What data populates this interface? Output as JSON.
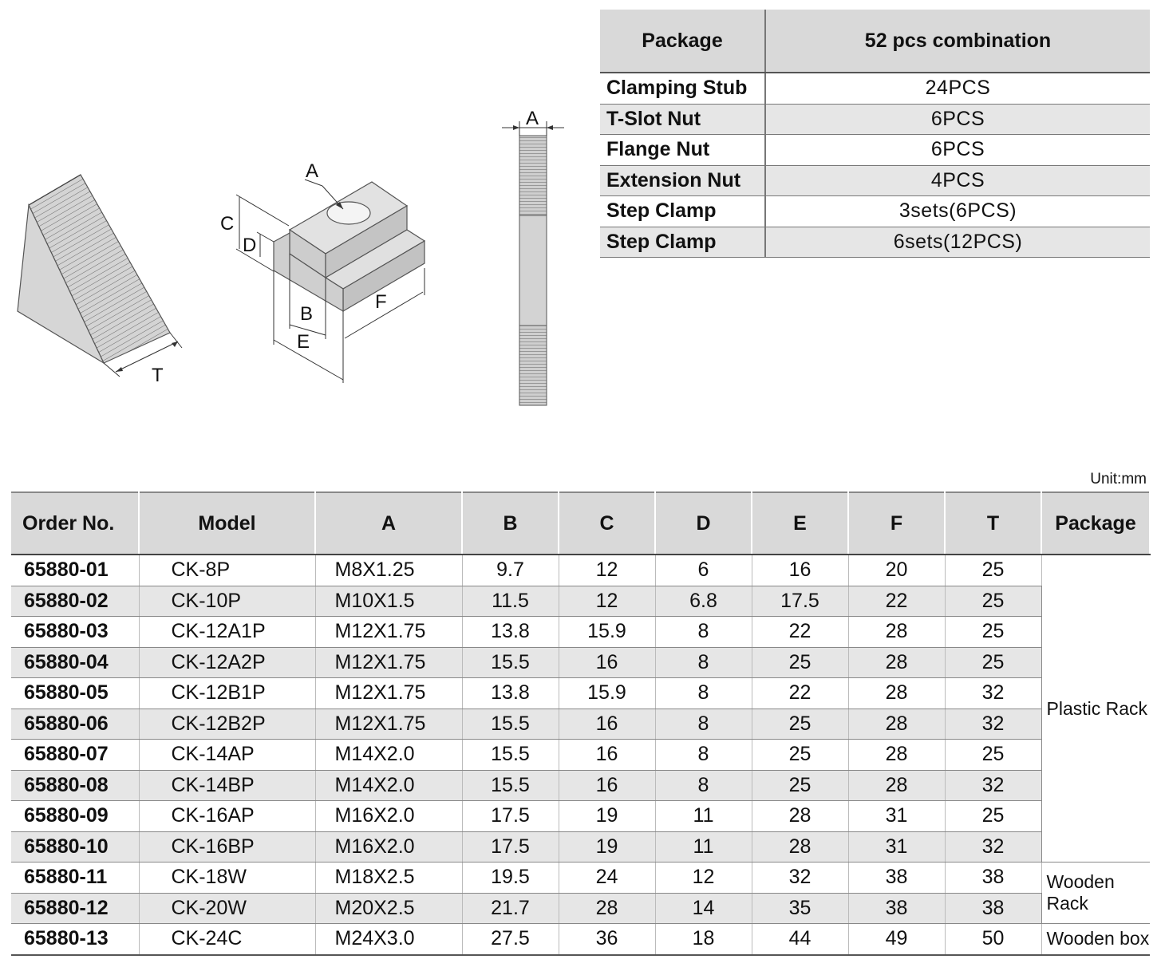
{
  "drawing_labels": {
    "wedge": {
      "t": "T"
    },
    "tnut": {
      "a": "A",
      "b": "B",
      "c": "C",
      "d": "D",
      "e": "E",
      "f": "F"
    },
    "stud": {
      "a": "A"
    }
  },
  "package_table": {
    "header": {
      "col1": "Package",
      "col2": "52 pcs combination"
    },
    "rows": [
      {
        "item": "Clamping Stub",
        "qty": "24PCS"
      },
      {
        "item": "T-Slot Nut",
        "qty": "6PCS"
      },
      {
        "item": "Flange Nut",
        "qty": "6PCS"
      },
      {
        "item": "Extension Nut",
        "qty": "4PCS"
      },
      {
        "item": "Step Clamp",
        "qty": "3sets(6PCS)"
      },
      {
        "item": "Step Clamp",
        "qty": "6sets(12PCS)"
      }
    ]
  },
  "unit_label": "Unit:mm",
  "spec_table": {
    "headers": [
      "Order No.",
      "Model",
      "A",
      "B",
      "C",
      "D",
      "E",
      "F",
      "T",
      "Package"
    ],
    "rows": [
      [
        "65880-01",
        "CK-8P",
        "M8X1.25",
        "9.7",
        "12",
        "6",
        "16",
        "20",
        "25"
      ],
      [
        "65880-02",
        "CK-10P",
        "M10X1.5",
        "11.5",
        "12",
        "6.8",
        "17.5",
        "22",
        "25"
      ],
      [
        "65880-03",
        "CK-12A1P",
        "M12X1.75",
        "13.8",
        "15.9",
        "8",
        "22",
        "28",
        "25"
      ],
      [
        "65880-04",
        "CK-12A2P",
        "M12X1.75",
        "15.5",
        "16",
        "8",
        "25",
        "28",
        "25"
      ],
      [
        "65880-05",
        "CK-12B1P",
        "M12X1.75",
        "13.8",
        "15.9",
        "8",
        "22",
        "28",
        "32"
      ],
      [
        "65880-06",
        "CK-12B2P",
        "M12X1.75",
        "15.5",
        "16",
        "8",
        "25",
        "28",
        "32"
      ],
      [
        "65880-07",
        "CK-14AP",
        "M14X2.0",
        "15.5",
        "16",
        "8",
        "25",
        "28",
        "25"
      ],
      [
        "65880-08",
        "CK-14BP",
        "M14X2.0",
        "15.5",
        "16",
        "8",
        "25",
        "28",
        "32"
      ],
      [
        "65880-09",
        "CK-16AP",
        "M16X2.0",
        "17.5",
        "19",
        "11",
        "28",
        "31",
        "25"
      ],
      [
        "65880-10",
        "CK-16BP",
        "M16X2.0",
        "17.5",
        "19",
        "11",
        "28",
        "31",
        "32"
      ],
      [
        "65880-11",
        "CK-18W",
        "M18X2.5",
        "19.5",
        "24",
        "12",
        "32",
        "38",
        "38"
      ],
      [
        "65880-12",
        "CK-20W",
        "M20X2.5",
        "21.7",
        "28",
        "14",
        "35",
        "38",
        "38"
      ],
      [
        "65880-13",
        "CK-24C",
        "M24X3.0",
        "27.5",
        "36",
        "18",
        "44",
        "49",
        "50"
      ]
    ],
    "packages": {
      "plastic_rack": "Plastic Rack",
      "wooden_rack": "Wooden Rack",
      "wooden_box": "Wooden box"
    }
  }
}
